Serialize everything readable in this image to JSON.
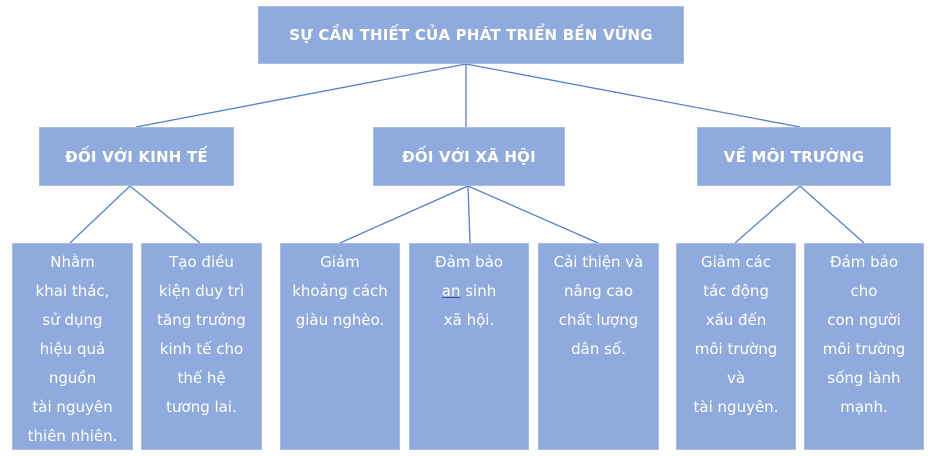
{
  "root": {
    "title": "SỰ CẦN THIẾT CỦA PHÁT TRIỂN BỀN VỮNG"
  },
  "branches": [
    {
      "title": "ĐỐI VỚI KINH TẾ",
      "leaves": [
        {
          "lines": [
            "Nhằm",
            "khai thác,",
            "sử dụng",
            "hiệu quả",
            "nguồn",
            "tài nguyên",
            "thiên nhiên."
          ]
        },
        {
          "lines": [
            "Tạo điều",
            "kiện duy trì",
            "tăng trưởng",
            "kinh tế cho",
            "thế hệ",
            "tương lai."
          ]
        }
      ]
    },
    {
      "title": "ĐỐI VỚI XÃ HỘI",
      "leaves": [
        {
          "lines": [
            "Giảm",
            "khoảng cách",
            "giàu nghèo."
          ]
        },
        {
          "lines": [
            "Đảm bảo",
            "an sinh",
            "xã hội."
          ],
          "underlined_word": "an"
        },
        {
          "lines": [
            "Cải thiện và",
            "nâng cao",
            "chất lượng",
            "dân số."
          ]
        }
      ]
    },
    {
      "title": "VỀ MÔI TRƯỜNG",
      "leaves": [
        {
          "lines": [
            "Giảm các",
            "tác động",
            "xấu đến",
            "môi trường",
            "và",
            "tài nguyên."
          ]
        },
        {
          "lines": [
            "Đảm bảo",
            "cho",
            "con người",
            "môi trường",
            "sống lành",
            "mạnh."
          ]
        }
      ]
    }
  ],
  "colors": {
    "box_fill": "#8faadc",
    "box_border": "#a9bde4",
    "text": "#ffffff",
    "connector": "#5b7fc7"
  }
}
